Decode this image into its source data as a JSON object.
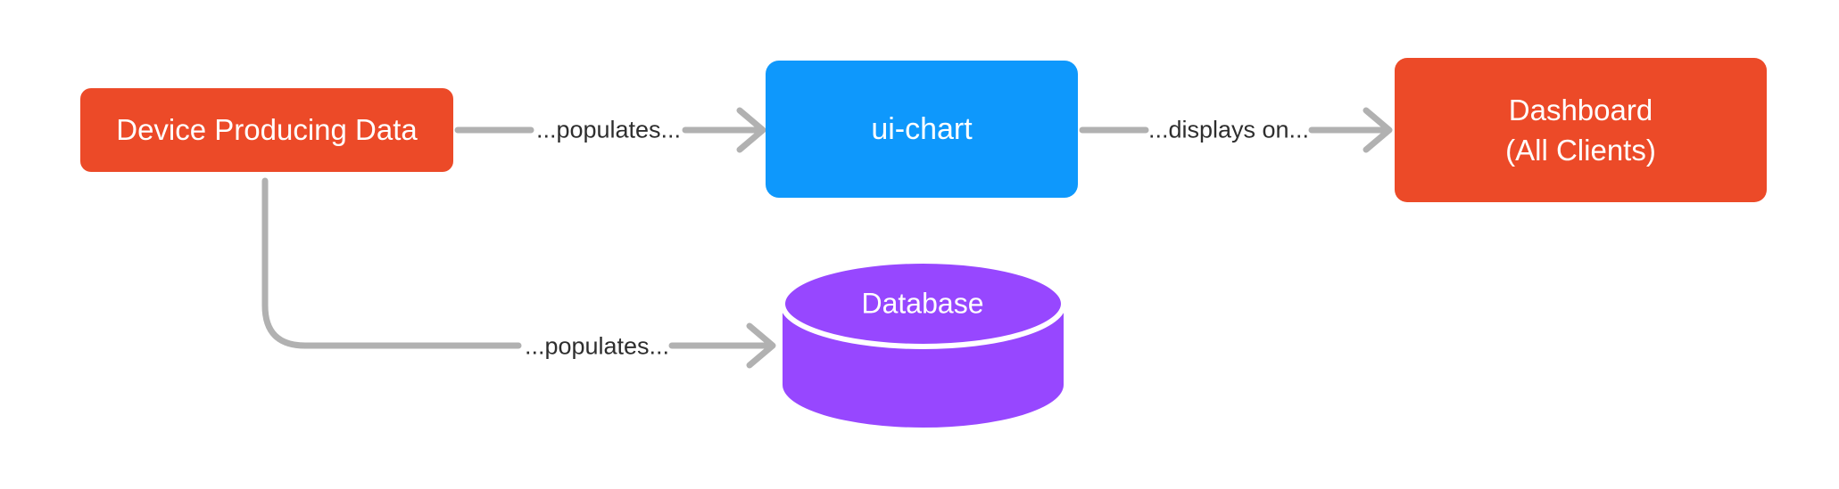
{
  "diagram": {
    "type": "flowchart",
    "nodes": {
      "device": {
        "label": "Device Producing Data",
        "shape": "rounded-rect"
      },
      "ui_chart": {
        "label": "ui-chart",
        "shape": "rounded-rect"
      },
      "dashboard": {
        "label_lines": [
          "Dashboard",
          "(All Clients)"
        ],
        "shape": "rounded-rect"
      },
      "database": {
        "label": "Database",
        "shape": "cylinder"
      }
    },
    "edges": [
      {
        "from": "device",
        "to": "ui_chart",
        "label": "...populates..."
      },
      {
        "from": "ui_chart",
        "to": "dashboard",
        "label": "...displays on..."
      },
      {
        "from": "device",
        "to": "database",
        "label": "...populates..."
      }
    ]
  },
  "colors": {
    "background": "#FFFFFF",
    "node_orange": "#EC4A28",
    "node_blue": "#0E98FC",
    "node_purple": "#9747FF",
    "node_text": "#FFFFFF",
    "connector_gray": "#B1B1B1",
    "edge_label_text": "#2E2E2E",
    "cylinder_divider": "#FFFFFF"
  }
}
